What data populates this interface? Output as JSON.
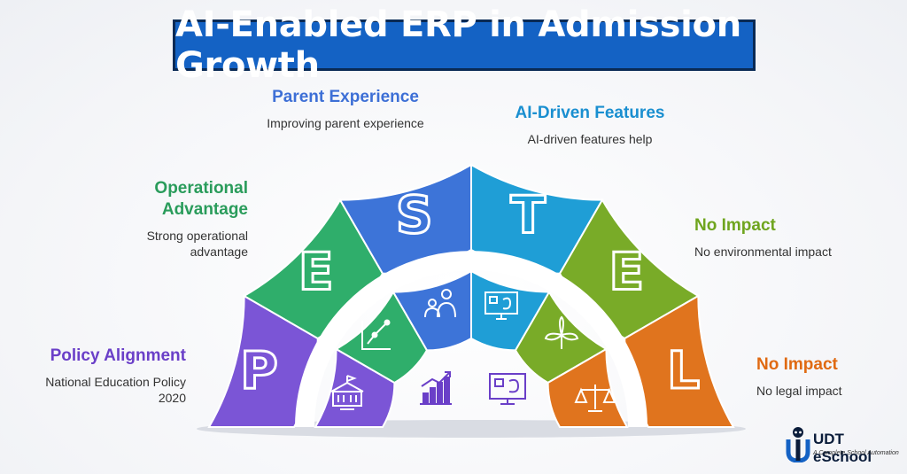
{
  "title": "AI-Enabled ERP in Admission Growth",
  "colors": {
    "title_bg": "#1462c4",
    "political": "#7b55d6",
    "economic": "#2fae6b",
    "social": "#3d74d8",
    "technological": "#1f9ed6",
    "environmental": "#79ab28",
    "legal": "#e0741e"
  },
  "segments": [
    {
      "letter": "P",
      "heading": "Policy Alignment",
      "description": "National Education Policy 2020",
      "icon": "school-building-icon"
    },
    {
      "letter": "E",
      "heading": "Operational Advantage",
      "description": "Strong operational advantage",
      "icon": "line-graph-icon"
    },
    {
      "letter": "S",
      "heading": "Parent Experience",
      "description": "Improving parent experience",
      "icon": "parent-child-icon"
    },
    {
      "letter": "T",
      "heading": "AI-Driven Features",
      "description": "AI-driven features help",
      "icon": "ai-monitor-icon"
    },
    {
      "letter": "E",
      "heading": "No Impact",
      "description": "No environmental impact",
      "icon": "leaves-icon"
    },
    {
      "letter": "L",
      "heading": "No Impact",
      "description": "No legal impact",
      "icon": "scales-icon"
    }
  ],
  "center_icons": [
    "growth-chart-icon",
    "monitor-icon"
  ],
  "logo": {
    "name": "UDT eSchool",
    "tagline": "A Complete School Automation"
  }
}
